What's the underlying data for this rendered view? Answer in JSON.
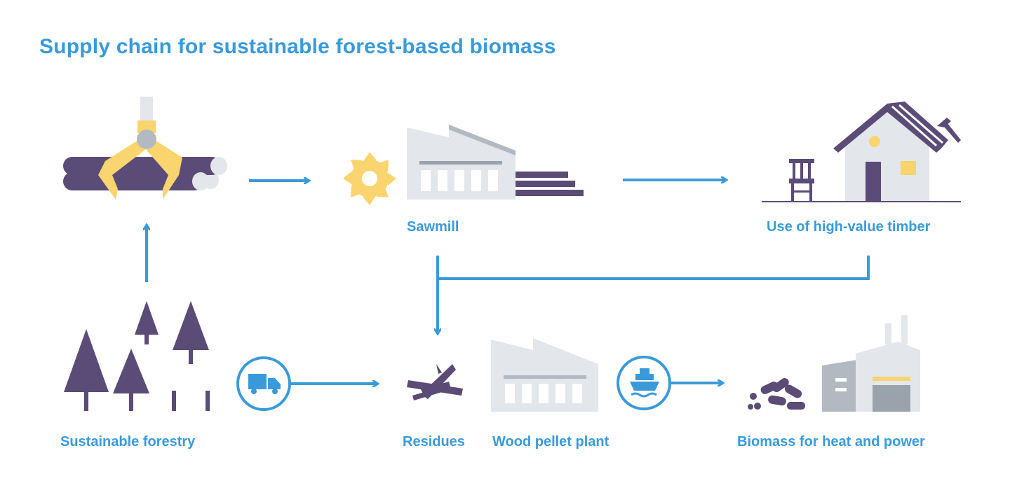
{
  "title": "Supply chain for sustainable forest-based biomass",
  "labels": {
    "sawmill": "Sawmill",
    "timber": "Use of high-value timber",
    "forestry": "Sustainable forestry",
    "residues": "Residues",
    "pellet_plant": "Wood pellet plant",
    "biomass": "Biomass for heat and power"
  },
  "icons": {
    "log_crane": "log-crane-icon",
    "sawmill": "sawmill-factory-icon",
    "saw_blade": "saw-blade-icon",
    "house": "house-icon",
    "chair": "chair-icon",
    "hammer": "hammer-icon",
    "trees": "tree-icon",
    "truck": "truck-icon",
    "residues": "residue-sticks-icon",
    "pellet_plant": "pellet-plant-icon",
    "ship": "ship-icon",
    "pellets": "pellets-icon",
    "power_plant": "power-plant-icon"
  },
  "colors": {
    "accent": "#3a9ad9",
    "purple": "#5b4b77",
    "yellow": "#f9d46f",
    "light_gray": "#e3e6ea",
    "mid_gray": "#b3b9c0",
    "dark_gray": "#9aa3ab"
  }
}
